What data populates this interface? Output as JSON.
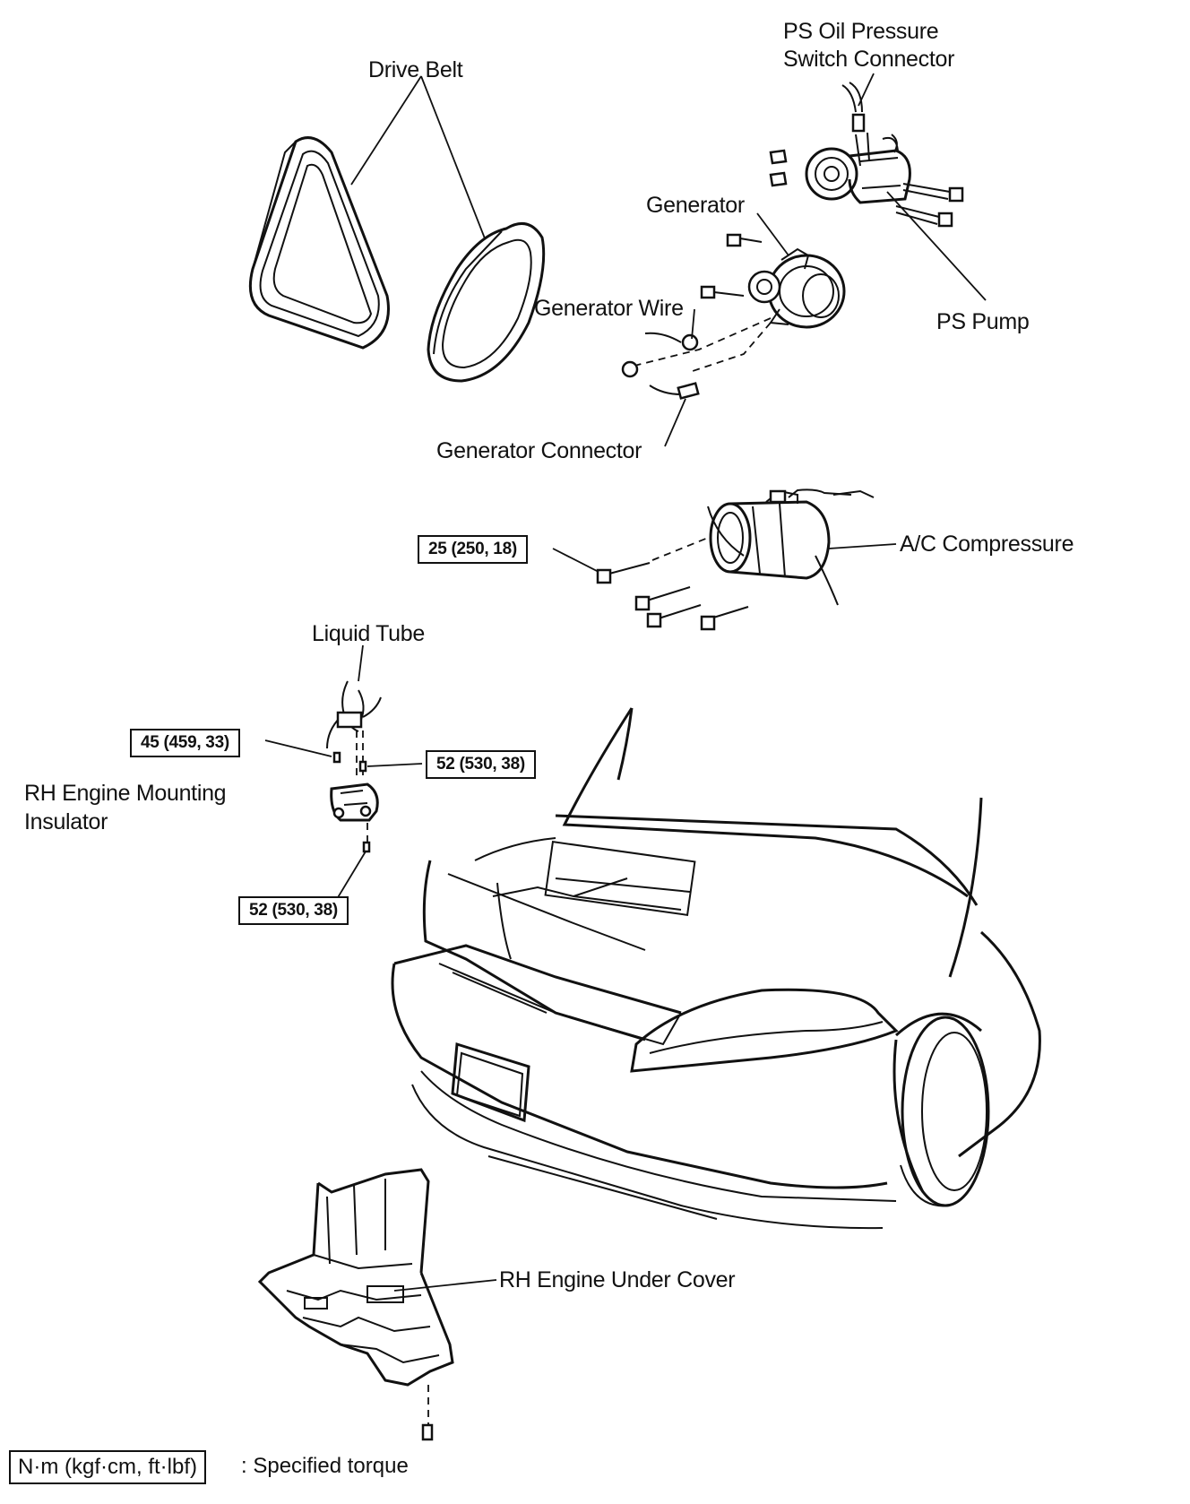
{
  "labels": {
    "drive_belt": "Drive Belt",
    "ps_oil_pressure_line1": "PS Oil Pressure",
    "ps_oil_pressure_line2": "Switch Connector",
    "generator": "Generator",
    "generator_wire": "Generator Wire",
    "ps_pump": "PS Pump",
    "generator_connector": "Generator Connector",
    "ac_compressor": "A/C Compressure",
    "liquid_tube": "Liquid Tube",
    "rh_mount_line1": "RH Engine Mounting",
    "rh_mount_line2": "Insulator",
    "rh_under_cover": "RH Engine Under Cover"
  },
  "torques": {
    "ac_bolt": "25 (250, 18)",
    "mount_upper": "45 (459, 33)",
    "mount_right": "52 (530, 38)",
    "mount_lower": "52 (530, 38)"
  },
  "legend": {
    "unit_box": "N·m (kgf·cm, ft·lbf)",
    "description": ": Specified torque"
  }
}
